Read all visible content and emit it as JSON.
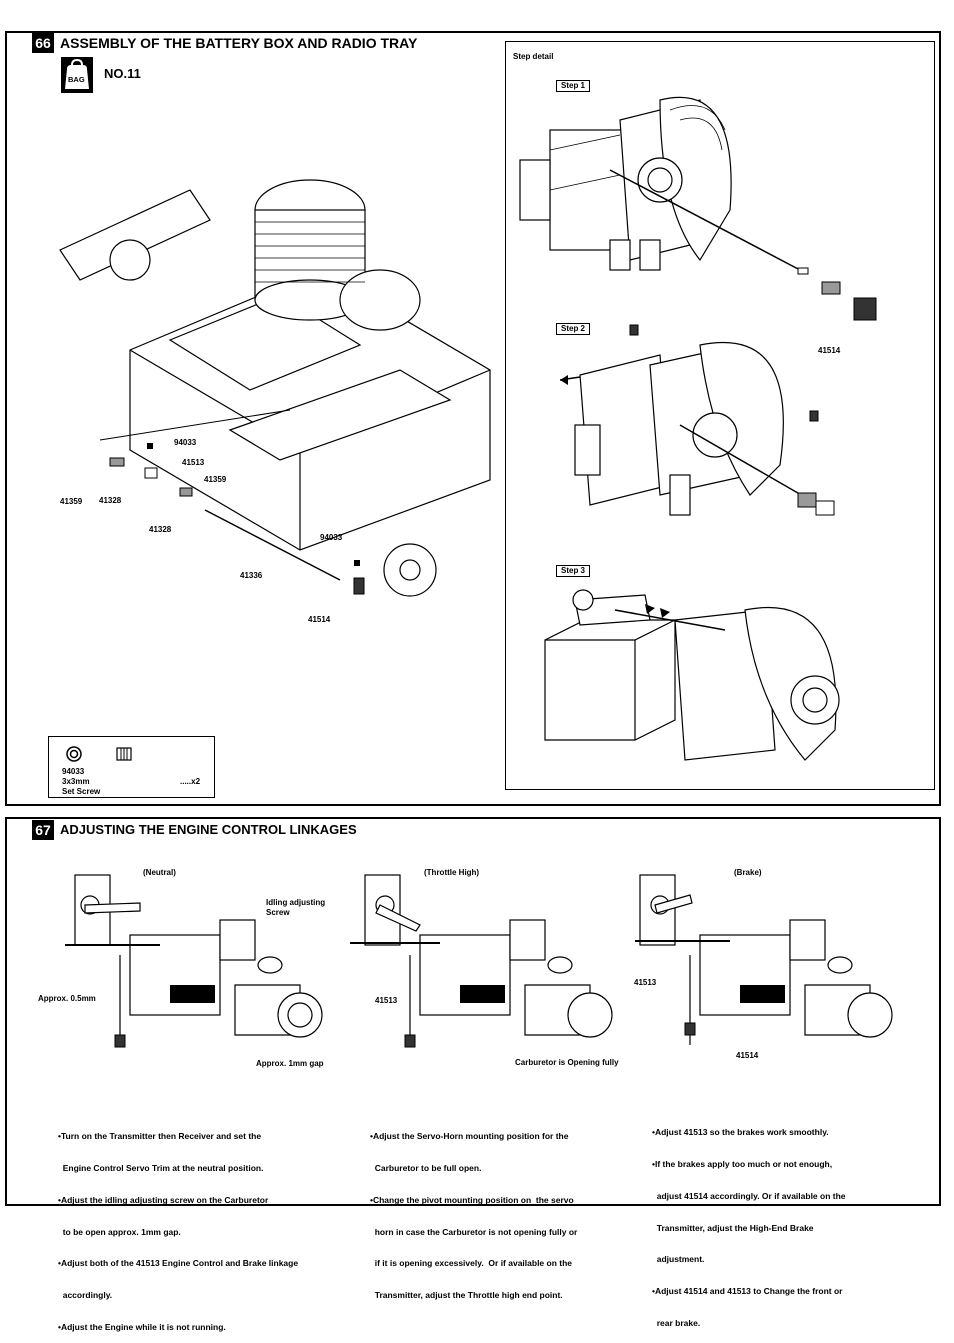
{
  "section66": {
    "number": "66",
    "title": "ASSEMBLY OF THE BATTERY BOX  AND RADIO TRAY",
    "bag_icon_label": "BAG",
    "bag_number": "NO.11",
    "step_detail_label": "Step detail",
    "steps": [
      "Step 1",
      "Step 2",
      "Step 3"
    ],
    "step1_part": "41514",
    "parts": {
      "p94033_a": "94033",
      "p41513": "41513",
      "p41359_a": "41359",
      "p41328_a": "41328",
      "p41359_b": "41359",
      "p41328_b": "41328",
      "p94033_b": "94033",
      "p41336": "41336",
      "p41514": "41514"
    },
    "parts_box": {
      "code": "94033",
      "size": "3x3mm",
      "qty": ".....x2",
      "name": "Set Screw"
    }
  },
  "section67": {
    "number": "67",
    "title": "ADJUSTING THE ENGINE CONTROL LINKAGES",
    "panels": {
      "neutral": "(Neutral)",
      "throttle": "(Throttle High)",
      "brake": "(Brake)"
    },
    "labels": {
      "idling_1": "Idling adjusting",
      "idling_2": "Screw",
      "approx_05": "Approx. 0.5mm",
      "approx_1": "Approx. 1mm gap",
      "throttle_part": "41513",
      "carb_open": "Carburetor is Opening fully",
      "brake_part1": "41513",
      "brake_part2": "41514"
    },
    "notes_left": [
      "•Turn on the Transmitter then Receiver and set the",
      "  Engine Control Servo Trim at the neutral position.",
      "•Adjust the idling adjusting screw on the Carburetor",
      "  to be open approx. 1mm gap.",
      "•Adjust both of the 41513 Engine Control and Brake linkage",
      "  accordingly.",
      "•Adjust the Engine while it is not running."
    ],
    "notes_mid": [
      "•Adjust the Servo-Horn mounting position for the",
      "  Carburetor to be full open.",
      "•Change the pivot mounting position on  the servo",
      "  horn in case the Carburetor is not opening fully or",
      "  if it is opening excessively.  Or if available on the",
      "  Transmitter, adjust the Throttle high end point."
    ],
    "notes_right": [
      "•Adjust 41513 so the brakes work smoothly.",
      "•If the brakes apply too much or not enough,",
      "  adjust 41514 accordingly. Or if available on the",
      "  Transmitter, adjust the High-End Brake",
      "  adjustment.",
      "•Adjust 41514 and 41513 to Change the front or",
      "  rear brake."
    ]
  }
}
